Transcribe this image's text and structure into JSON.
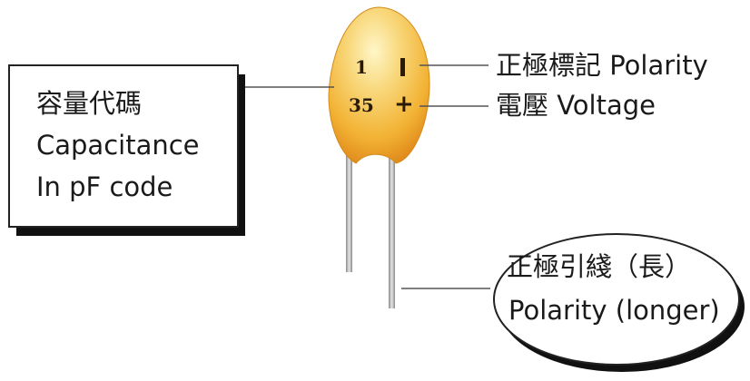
{
  "capacitor": {
    "code_value": "1",
    "voltage_value": "35",
    "polarity_symbol": "+",
    "body_color": "#f2b233",
    "highlight_color": "#fff6c8"
  },
  "labels": {
    "polarity_mark": "正極標記 Polarity",
    "voltage": "電壓 Voltage",
    "capacitance_box": {
      "line1": "容量代碼",
      "line2": "Capacitance",
      "line3": "In pF code"
    },
    "lead_ellipse": {
      "line1": "正極引綫（長）",
      "line2": "Polarity (longer)"
    }
  }
}
